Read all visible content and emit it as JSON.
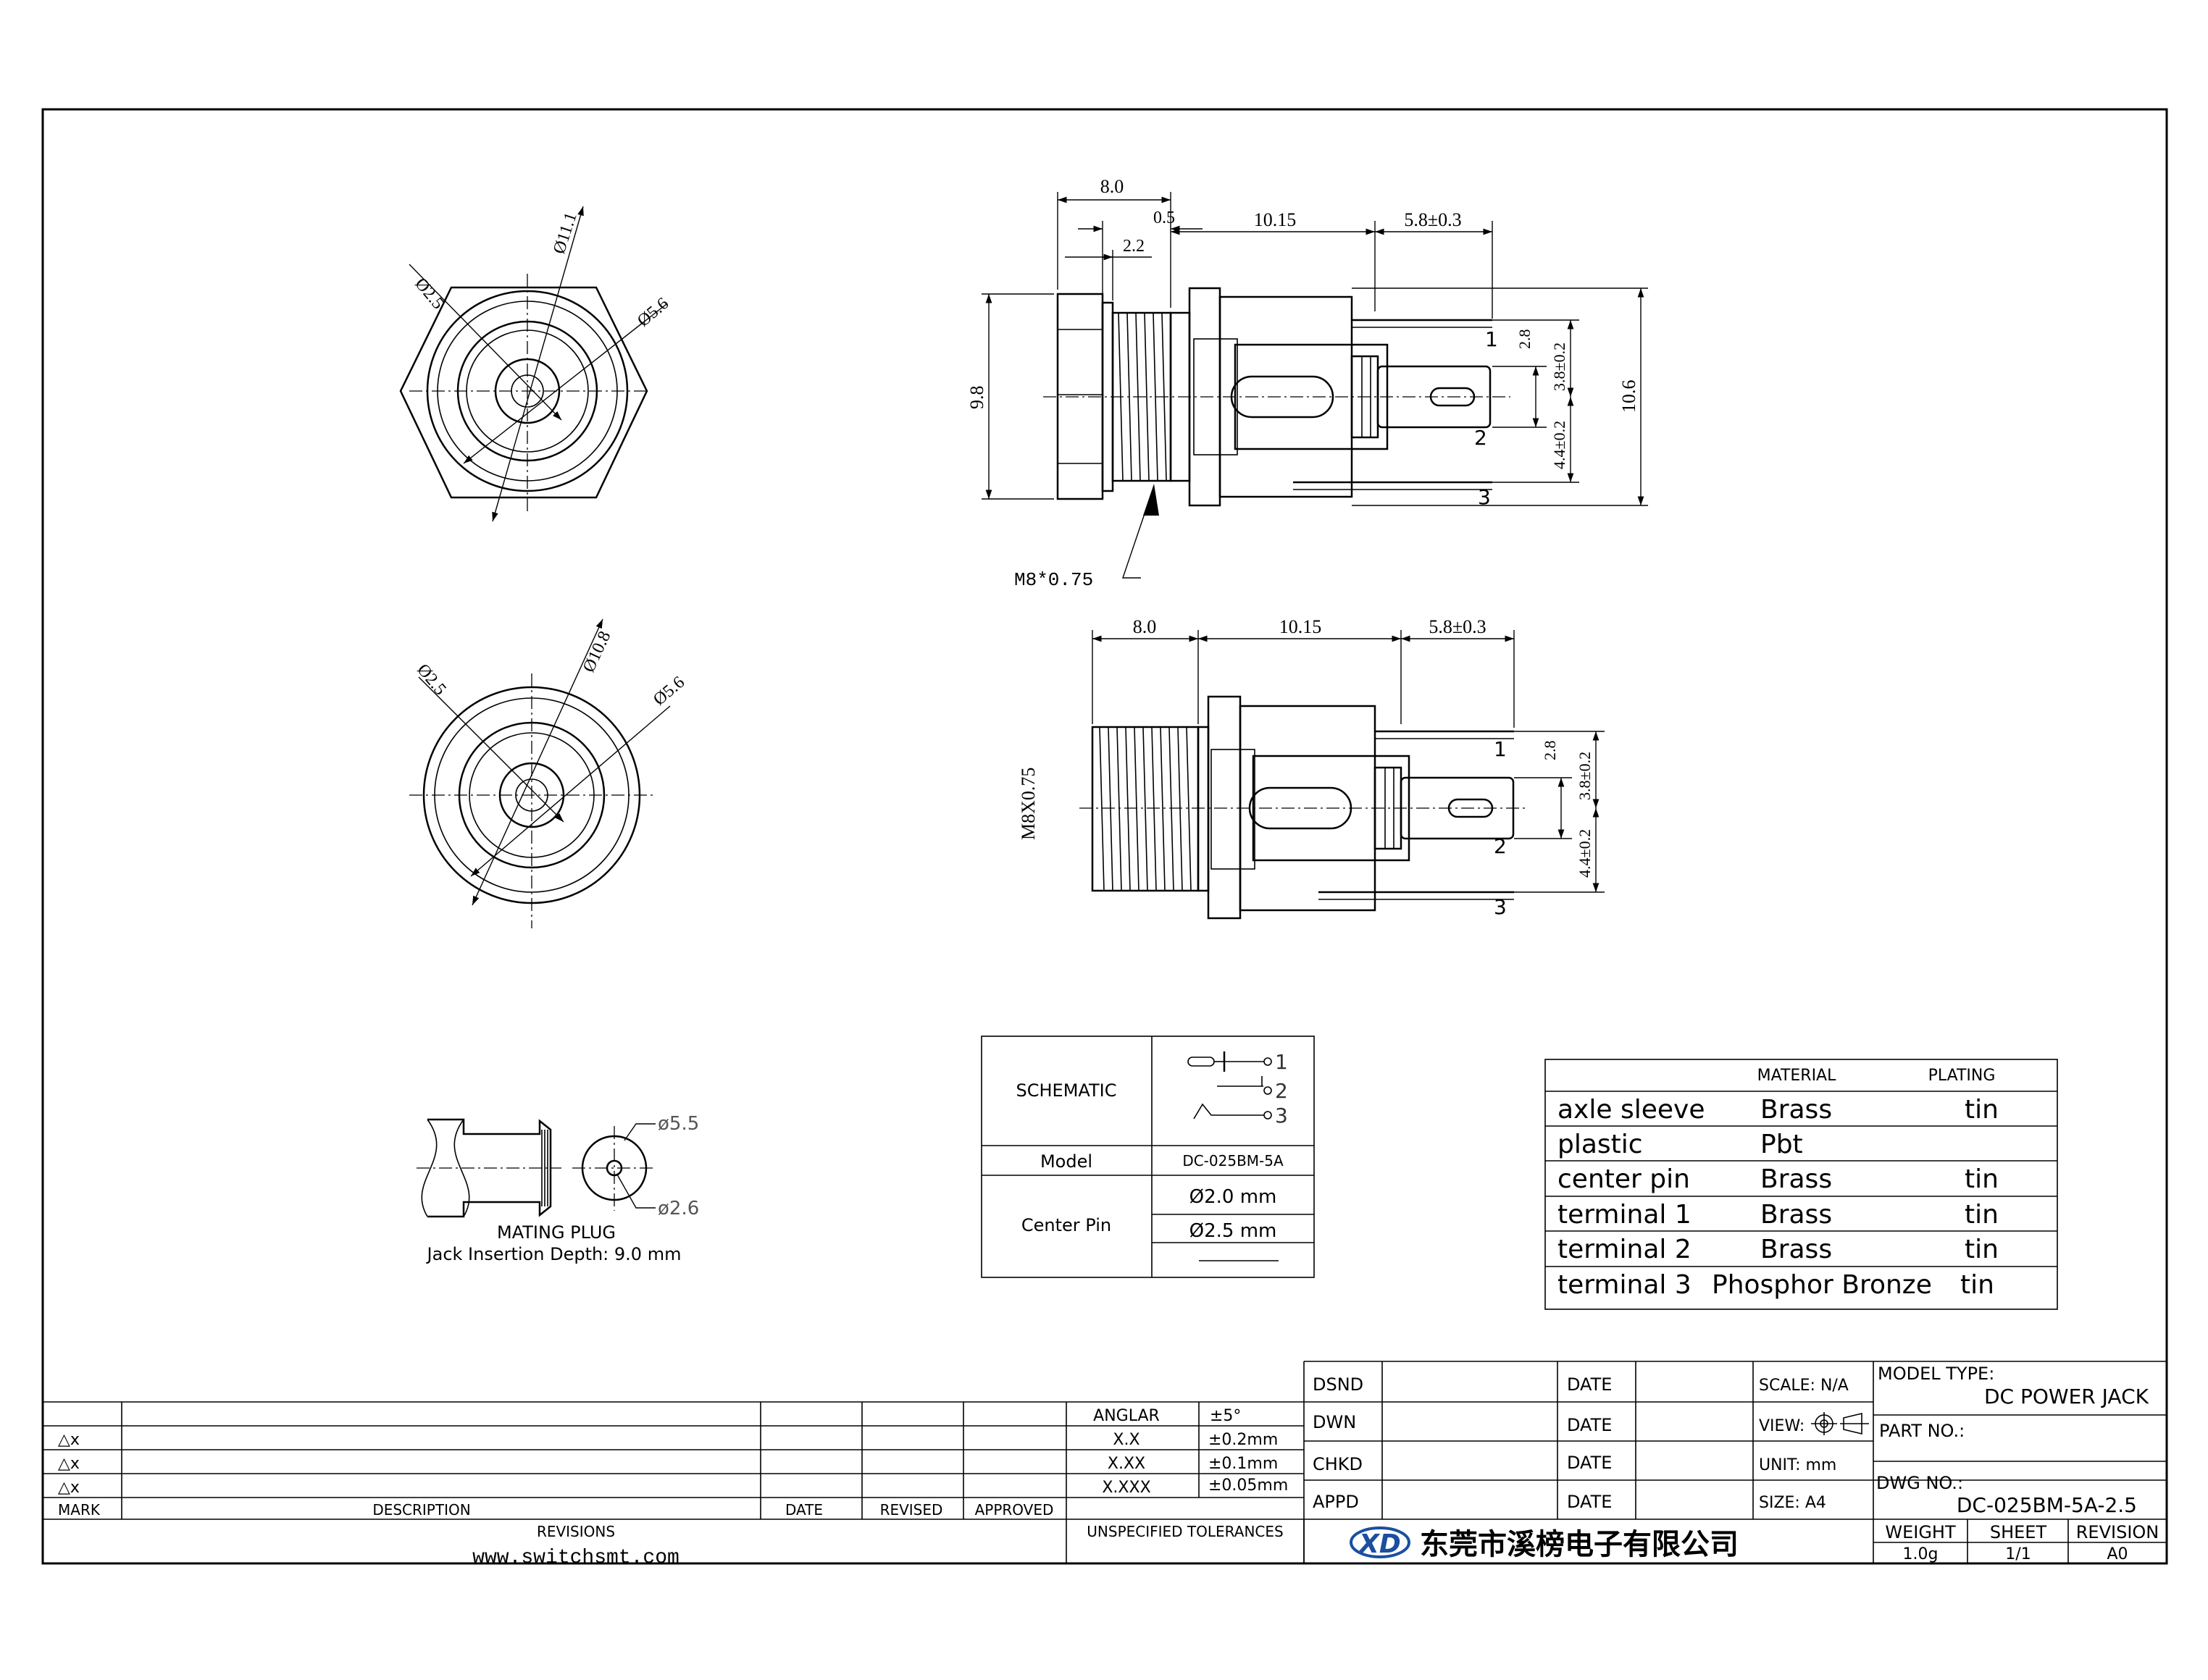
{
  "front_view_1": {
    "dia_outer": "Ø11.1",
    "dia_hole": "Ø5.6",
    "dia_pin": "Ø2.5"
  },
  "front_view_2": {
    "dia_outer": "Ø10.8",
    "dia_hole": "Ø5.6",
    "dia_pin": "Ø2.5"
  },
  "side_view_1": {
    "dim_8": "8.0",
    "dim_05": "0.5",
    "dim_22": "2.2",
    "dim_1015": "10.15",
    "dim_58": "5.8±0.3",
    "dim_98": "9.8",
    "dim_28": "2.8",
    "dim_38": "3.8±0.2",
    "dim_44": "4.4±0.2",
    "dim_106": "10.6",
    "thread": "M8*0.75",
    "pin1": "1",
    "pin2": "2",
    "pin3": "3"
  },
  "side_view_2": {
    "dim_8": "8.0",
    "dim_1015": "10.15",
    "dim_58": "5.8±0.3",
    "thread": "M8X0.75",
    "dim_28": "2.8",
    "dim_38": "3.8±0.2",
    "dim_44": "4.4±0.2",
    "pin1": "1",
    "pin2": "2",
    "pin3": "3"
  },
  "mating_plug": {
    "dia_outer": "ø5.5",
    "dia_inner": "ø2.6",
    "title": "MATING PLUG",
    "caption": "Jack Insertion Depth: 9.0 mm"
  },
  "schematic_table": {
    "schematic_label": "SCHEMATIC",
    "sym_1": "1",
    "sym_2": "2",
    "sym_3": "3",
    "model_label": "Model",
    "model_value": "DC-025BM-5A",
    "center_pin_label": "Center Pin",
    "pin_a": "Ø2.0 mm",
    "pin_b": "Ø2.5 mm"
  },
  "material_table": {
    "headers": [
      "MATERIAL",
      "PLATING"
    ],
    "rows": [
      {
        "part": "axle sleeve",
        "material": "Brass",
        "plating": "tin"
      },
      {
        "part": "plastic",
        "material": "Pbt",
        "plating": ""
      },
      {
        "part": "center pin",
        "material": "Brass",
        "plating": "tin"
      },
      {
        "part": "terminal 1",
        "material": "Brass",
        "plating": "tin"
      },
      {
        "part": "terminal 2",
        "material": "Brass",
        "plating": "tin"
      },
      {
        "part": "terminal 3",
        "material": "Phosphor Bronze",
        "plating": "tin"
      }
    ]
  },
  "revisions": {
    "row_marks": [
      "△x",
      "△x",
      "△x"
    ],
    "col_mark": "MARK",
    "col_description": "DESCRIPTION",
    "col_date": "DATE",
    "col_revised": "REVISED",
    "col_approved": "APPROVED",
    "footer": "REVISIONS",
    "website": "www.switchsmt.com"
  },
  "tolerances": {
    "rows": [
      {
        "label": "ANGLAR",
        "value": "±5°"
      },
      {
        "label": "X.X",
        "value": "±0.2mm"
      },
      {
        "label": "X.XX",
        "value": "±0.1mm"
      },
      {
        "label": "X.XXX",
        "value": "±0.05mm"
      }
    ],
    "footer": "UNSPECIFIED TOLERANCES"
  },
  "signoff": {
    "rows": [
      {
        "role": "DSND",
        "date_label": "DATE"
      },
      {
        "role": "DWN",
        "date_label": "DATE"
      },
      {
        "role": "CHKD",
        "date_label": "DATE"
      },
      {
        "role": "APPD",
        "date_label": "DATE"
      }
    ],
    "scale": "SCALE: N/A",
    "view": "VIEW:",
    "unit": "UNIT: mm",
    "size": "SIZE: A4"
  },
  "company": {
    "name": "东莞市溪榜电子有限公司",
    "logo_text": "XD"
  },
  "title_block": {
    "model_type_label": "MODEL TYPE:",
    "model_type": "DC POWER JACK",
    "part_no_label": "PART NO.:",
    "dwg_no_label": "DWG NO.:",
    "dwg_no": "DC-025BM-5A-2.5",
    "weight_label": "WEIGHT",
    "weight": "1.0g",
    "sheet_label": "SHEET",
    "sheet": "1/1",
    "revision_label": "REVISION",
    "revision": "A0"
  }
}
